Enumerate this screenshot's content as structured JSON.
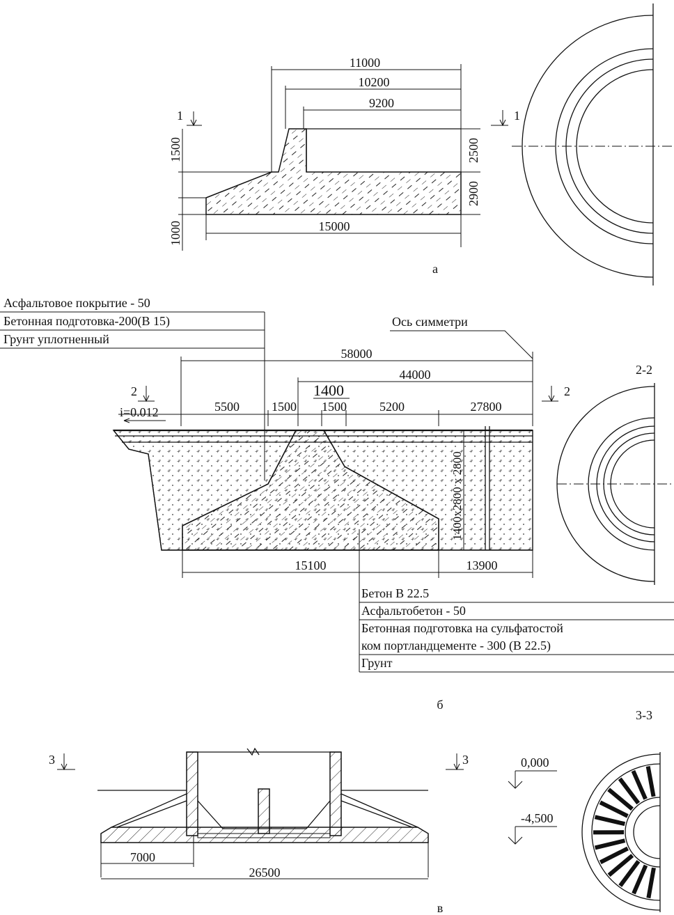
{
  "figure_a": {
    "caption": "а",
    "dims": {
      "d11000": "11000",
      "d10200": "10200",
      "d9200": "9200",
      "d15000": "15000",
      "d1500": "1500",
      "d1000": "1000",
      "d2500": "2500",
      "d2900": "2900"
    },
    "section_marks": {
      "left": "1",
      "right": "1"
    }
  },
  "figure_b": {
    "caption": "б",
    "top_layers": [
      "Асфальтовое покрытие - 50",
      "Бетонная подготовка-200(В 15)",
      "Грунт уплотненный"
    ],
    "axis_label": "Ось симметри",
    "dims": {
      "d58000": "58000",
      "d44000": "44000",
      "d1400": "1400",
      "d5500": "5500",
      "d1500a": "1500",
      "d1500b": "1500",
      "d5200": "5200",
      "d27800": "27800",
      "d15100": "15100",
      "d13900": "13900",
      "vertical": "1400x2800 x 2800"
    },
    "slope": "i=0.012",
    "section_marks": {
      "left": "2",
      "right": "2"
    },
    "section_title": "2-2",
    "bottom_layers": [
      "Бетон В 22.5",
      "Асфальтобетон - 50",
      "Бетонная подготовка на сульфатостой",
      "ком портландцементе - 300 (В 22.5)",
      "Грунт"
    ]
  },
  "figure_c": {
    "caption": "в",
    "section_title": "3-3",
    "section_marks": {
      "left": "3",
      "right": "3"
    },
    "dims": {
      "d7000": "7000",
      "d26500": "26500"
    },
    "levels": {
      "top": "0,000",
      "bottom": "-4,500"
    }
  }
}
